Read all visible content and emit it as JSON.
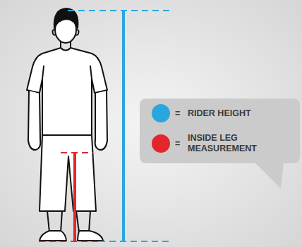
{
  "diagram": {
    "labels": [
      "=",
      "="
    ],
    "legend": [
      {
        "text": "RIDER HEIGHT",
        "color": "#2aa6df"
      },
      {
        "text": "INSIDE LEG MEASUREMENT",
        "color": "#e3262b"
      }
    ]
  }
}
